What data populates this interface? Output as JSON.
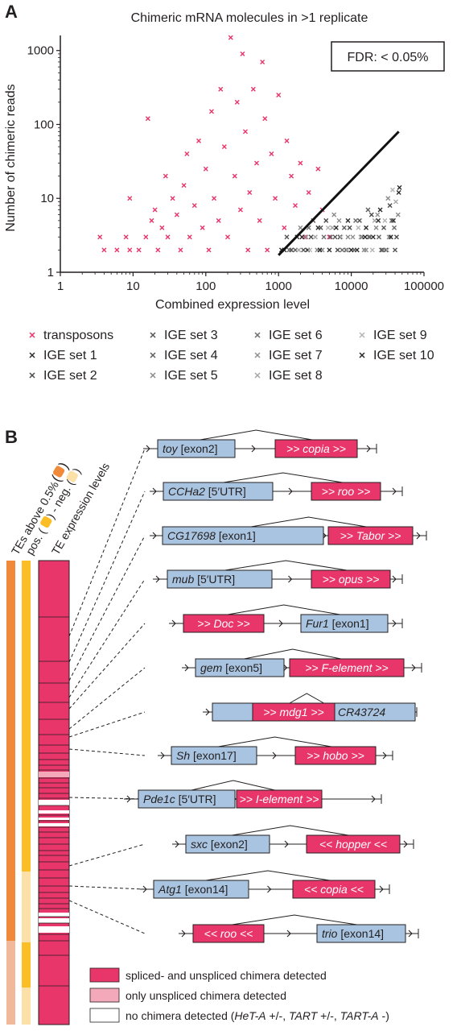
{
  "panel_a": {
    "letter": "A",
    "fdr_label": "FDR: < 0.05%",
    "legend": [
      {
        "label": "transposons",
        "color": "#e8356a"
      },
      {
        "label": "IGE set 1",
        "color": "#2e2e2e"
      },
      {
        "label": "IGE set 2",
        "color": "#4a4a4a"
      },
      {
        "label": "IGE set 3",
        "color": "#555555"
      },
      {
        "label": "IGE set 4",
        "color": "#5f5f5f"
      },
      {
        "label": "IGE set 5",
        "color": "#8a8a8a"
      },
      {
        "label": "IGE set 6",
        "color": "#6c6c6c"
      },
      {
        "label": "IGE set 7",
        "color": "#909090"
      },
      {
        "label": "IGE set 8",
        "color": "#a6a6a6"
      },
      {
        "label": "IGE set 9",
        "color": "#b4b4b4"
      },
      {
        "label": "IGE set 10",
        "color": "#2a2a2a"
      }
    ]
  },
  "chart_data": {
    "type": "scatter",
    "title": "Chimeric mRNA molecules in >1 replicate",
    "xlabel": "Combined expression level",
    "ylabel": "Number of chimeric reads",
    "x_scale": "log",
    "y_scale": "log",
    "xlim": [
      1,
      100000
    ],
    "ylim": [
      1,
      1600
    ],
    "x_ticks": [
      "1",
      "10",
      "100",
      "1000",
      "10000",
      "100000"
    ],
    "y_ticks": [
      "1",
      "10",
      "100",
      "1000"
    ],
    "threshold_line": {
      "x": [
        1000,
        45000
      ],
      "y": [
        1.7,
        80
      ]
    },
    "series": [
      {
        "name": "transposons",
        "color": "#e8356a",
        "points": [
          [
            4,
            2
          ],
          [
            3.5,
            3
          ],
          [
            6,
            2
          ],
          [
            8,
            3
          ],
          [
            9,
            2
          ],
          [
            9,
            10
          ],
          [
            12,
            2
          ],
          [
            15,
            3
          ],
          [
            16,
            120
          ],
          [
            18,
            5
          ],
          [
            20,
            7
          ],
          [
            22,
            2
          ],
          [
            25,
            4
          ],
          [
            28,
            20
          ],
          [
            30,
            3
          ],
          [
            35,
            10
          ],
          [
            40,
            6
          ],
          [
            45,
            2
          ],
          [
            50,
            15
          ],
          [
            55,
            40
          ],
          [
            60,
            3
          ],
          [
            70,
            8
          ],
          [
            80,
            60
          ],
          [
            90,
            4
          ],
          [
            100,
            25
          ],
          [
            110,
            2
          ],
          [
            120,
            150
          ],
          [
            130,
            10
          ],
          [
            150,
            5
          ],
          [
            160,
            300
          ],
          [
            180,
            50
          ],
          [
            200,
            3
          ],
          [
            220,
            1500
          ],
          [
            250,
            20
          ],
          [
            270,
            200
          ],
          [
            300,
            7
          ],
          [
            320,
            900
          ],
          [
            350,
            80
          ],
          [
            380,
            2
          ],
          [
            400,
            12
          ],
          [
            450,
            300
          ],
          [
            500,
            30
          ],
          [
            550,
            5
          ],
          [
            600,
            700
          ],
          [
            650,
            120
          ],
          [
            700,
            2
          ],
          [
            800,
            40
          ],
          [
            900,
            10
          ],
          [
            1000,
            250
          ],
          [
            1200,
            4
          ],
          [
            1300,
            60
          ],
          [
            1500,
            20
          ],
          [
            1700,
            8
          ],
          [
            2000,
            30
          ],
          [
            2300,
            3
          ],
          [
            2600,
            12
          ],
          [
            3000,
            5
          ],
          [
            3500,
            25
          ],
          [
            4000,
            7
          ],
          [
            5000,
            3
          ]
        ]
      },
      {
        "name": "IGE set 1",
        "color": "#2e2e2e",
        "points": [
          [
            1200,
            2
          ],
          [
            1800,
            3
          ],
          [
            2500,
            2
          ],
          [
            3500,
            4
          ],
          [
            5000,
            2
          ],
          [
            7000,
            3
          ],
          [
            9000,
            5
          ],
          [
            12000,
            2
          ],
          [
            16000,
            4
          ],
          [
            20000,
            3
          ],
          [
            25000,
            7
          ],
          [
            30000,
            2
          ],
          [
            38000,
            5
          ],
          [
            45000,
            12
          ]
        ]
      },
      {
        "name": "IGE set 2",
        "color": "#4a4a4a",
        "points": [
          [
            1500,
            2
          ],
          [
            2800,
            3
          ],
          [
            4500,
            5
          ],
          [
            6500,
            2
          ],
          [
            9500,
            4
          ],
          [
            14000,
            3
          ],
          [
            19000,
            6
          ],
          [
            26000,
            2
          ],
          [
            34000,
            8
          ],
          [
            42000,
            3
          ]
        ]
      },
      {
        "name": "IGE set 3",
        "color": "#555555",
        "points": [
          [
            1300,
            3
          ],
          [
            2200,
            2
          ],
          [
            3800,
            4
          ],
          [
            6000,
            3
          ],
          [
            8500,
            2
          ],
          [
            13000,
            5
          ],
          [
            18000,
            3
          ],
          [
            28000,
            4
          ],
          [
            40000,
            2
          ]
        ]
      },
      {
        "name": "IGE set 4",
        "color": "#5f5f5f",
        "points": [
          [
            1700,
            2
          ],
          [
            3000,
            5
          ],
          [
            5200,
            3
          ],
          [
            8000,
            4
          ],
          [
            11000,
            2
          ],
          [
            17000,
            7
          ],
          [
            24000,
            3
          ],
          [
            36000,
            5
          ]
        ]
      },
      {
        "name": "IGE set 5",
        "color": "#8a8a8a",
        "points": [
          [
            2000,
            4
          ],
          [
            3400,
            2
          ],
          [
            5800,
            6
          ],
          [
            9000,
            3
          ],
          [
            15000,
            2
          ],
          [
            22000,
            4
          ],
          [
            32000,
            10
          ],
          [
            44000,
            6
          ]
        ]
      },
      {
        "name": "IGE set 6",
        "color": "#6c6c6c",
        "points": [
          [
            1400,
            2
          ],
          [
            2600,
            4
          ],
          [
            4200,
            3
          ],
          [
            7500,
            2
          ],
          [
            11500,
            5
          ],
          [
            17500,
            3
          ],
          [
            27000,
            2
          ],
          [
            39000,
            4
          ]
        ]
      },
      {
        "name": "IGE set 7",
        "color": "#909090",
        "points": [
          [
            2400,
            3
          ],
          [
            4000,
            2
          ],
          [
            6800,
            5
          ],
          [
            10500,
            3
          ],
          [
            16000,
            2
          ],
          [
            23000,
            6
          ],
          [
            33000,
            3
          ]
        ]
      },
      {
        "name": "IGE set 8",
        "color": "#a6a6a6",
        "points": [
          [
            1900,
            2
          ],
          [
            3200,
            3
          ],
          [
            5500,
            4
          ],
          [
            8800,
            2
          ],
          [
            13500,
            3
          ],
          [
            21000,
            5
          ],
          [
            31000,
            2
          ],
          [
            41000,
            9
          ]
        ]
      },
      {
        "name": "IGE set 9",
        "color": "#b4b4b4",
        "points": [
          [
            2700,
            2
          ],
          [
            4800,
            4
          ],
          [
            7200,
            3
          ],
          [
            12500,
            4
          ],
          [
            19500,
            2
          ],
          [
            29000,
            5
          ],
          [
            37000,
            13
          ]
        ]
      },
      {
        "name": "IGE set 10",
        "color": "#2a2a2a",
        "points": [
          [
            1100,
            2
          ],
          [
            2100,
            3
          ],
          [
            3700,
            2
          ],
          [
            6200,
            4
          ],
          [
            10000,
            2
          ],
          [
            15500,
            3
          ],
          [
            23500,
            5
          ],
          [
            35000,
            3
          ],
          [
            46000,
            14
          ]
        ]
      }
    ]
  },
  "panel_b": {
    "letter": "B",
    "column_headers": [
      "TEs above 0.5%",
      "pos. (",
      ") - neg. (",
      ")",
      "TE expression levels"
    ],
    "legend": [
      {
        "label": "spliced- and unspliced chimera detected",
        "color": "#e8356a"
      },
      {
        "label": "only unspliced chimera detected",
        "color": "#f4a9bb"
      },
      {
        "label_italic_parts": [
          "no chimera detected (",
          "HeT-A",
          " +/-, ",
          "TART",
          " +/-, ",
          "TART-A",
          " -)"
        ],
        "color": "#ffffff"
      }
    ],
    "chimeras": [
      {
        "gene": "toy",
        "gene_detail": "[exon2]",
        "te": ">> copia >>"
      },
      {
        "gene": "CCHa2",
        "gene_detail": "[5′UTR]",
        "te": ">> roo >>"
      },
      {
        "gene": "CG17698",
        "gene_detail": "[exon1]",
        "te": ">> Tabor >>"
      },
      {
        "gene": "mub",
        "gene_detail": "[5′UTR]",
        "te": ">> opus >>"
      },
      {
        "gene": "Fur1",
        "gene_detail": "[exon1]",
        "te": ">> Doc >>"
      },
      {
        "gene": "gem",
        "gene_detail": "[exon5]",
        "te": ">> F-element >>"
      },
      {
        "gene": "CR43724",
        "gene_detail": "",
        "te": ">> mdg1 >>"
      },
      {
        "gene": "Sh",
        "gene_detail": "[exon17]",
        "te": ">> hobo >>"
      },
      {
        "gene": "Pde1c",
        "gene_detail": "[5′UTR]",
        "te": ">> I-element >>"
      },
      {
        "gene": "sxc",
        "gene_detail": "[exon2]",
        "te": "<< hopper <<"
      },
      {
        "gene": "Atg1",
        "gene_detail": "[exon14]",
        "te": "<< copia <<"
      },
      {
        "gene": "trio",
        "gene_detail": "[exon14]",
        "te": "<< roo <<"
      }
    ],
    "colors": {
      "te_red": "#e8356a",
      "gene_blue": "#a9c4e0",
      "orange": "#f08a3a",
      "yellow": "#fbbf25",
      "light_yellow": "#fbe0a8",
      "light_orange": "#f2b89a",
      "light_pink": "#f4a9bb"
    }
  }
}
